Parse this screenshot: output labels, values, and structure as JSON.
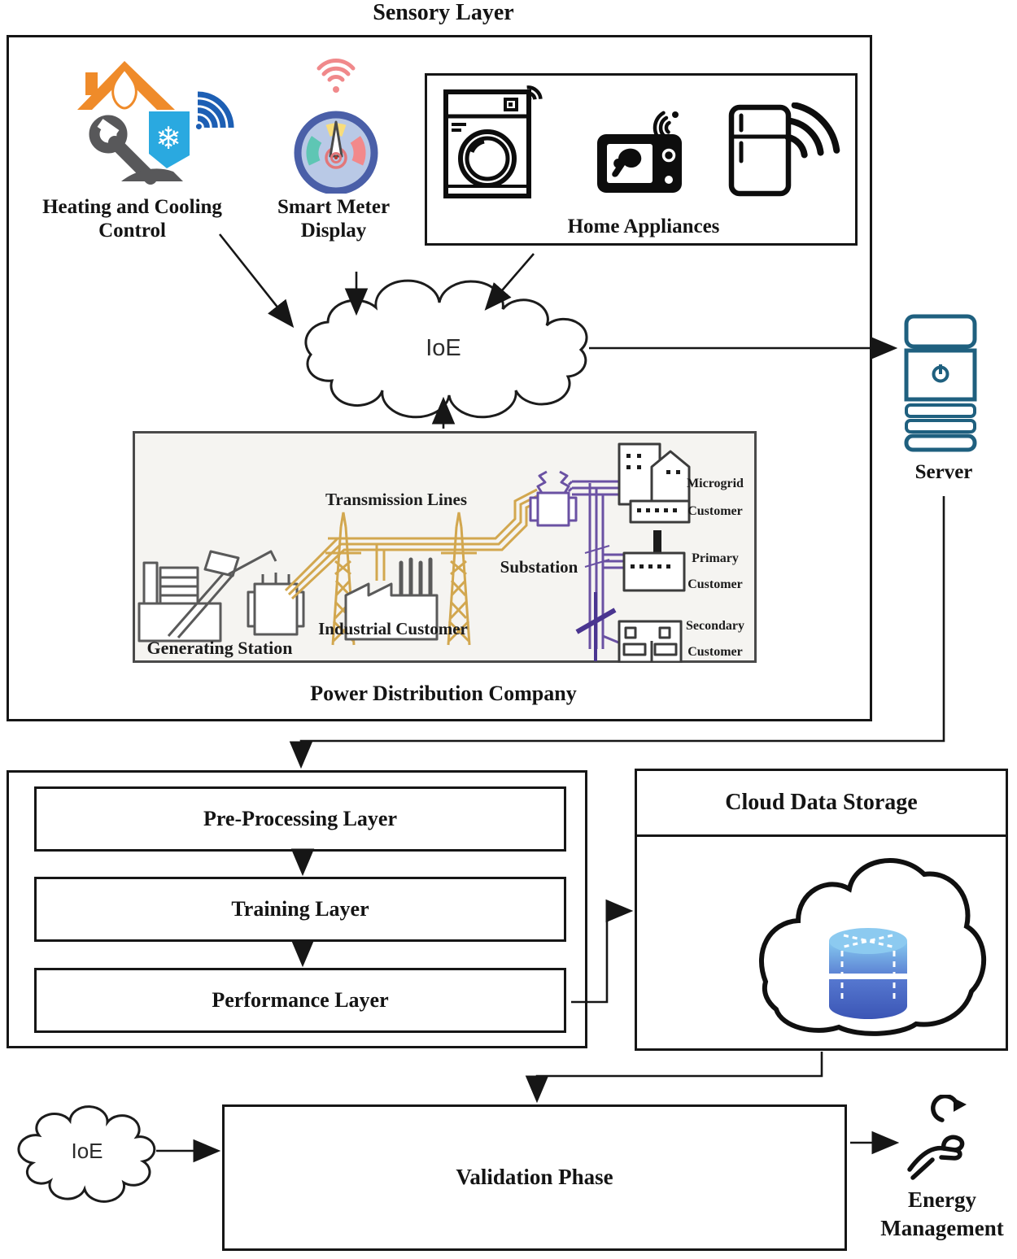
{
  "header": {
    "title": "Sensory Layer"
  },
  "sensory": {
    "heating_cooling": "Heating and Cooling Control",
    "smart_meter": "Smart Meter Display",
    "home_appliances": "Home Appliances",
    "ioe": "IoE"
  },
  "power_distribution": {
    "caption": "Power Distribution Company",
    "transmission_lines": "Transmission Lines",
    "substation": "Substation",
    "industrial_customer": "Industrial Customer",
    "generating_station": "Generating Station",
    "microgrid_customer": "Microgrid Customer",
    "primary_customer": "Primary Customer",
    "secondary_customer": "Secondary Customer"
  },
  "server": {
    "label": "Server"
  },
  "processing": {
    "pre_processing": "Pre-Processing Layer",
    "training": "Training Layer",
    "performance": "Performance Layer"
  },
  "cloud_storage": {
    "title": "Cloud Data Storage"
  },
  "validation": {
    "label": "Validation Phase"
  },
  "bottom": {
    "ioe": "IoE",
    "energy_management": "Energy Management"
  },
  "icons": {
    "snowflake_glyph": "❄"
  },
  "colors": {
    "diagram_line": "#161616",
    "heating_orange": "#ef8b2a",
    "cooling_cyan": "#2aa9e0",
    "wifi_blue": "#1d5fb4",
    "wifi_red": "#f0898b",
    "meter_ring_blue": "#4a5fa8",
    "meter_face_blue": "#b9c9e6",
    "meter_teal": "#5ec6b4",
    "meter_yellow": "#f8dd7b",
    "meter_salmon": "#f2898b",
    "server_teal": "#1f607f",
    "power_line_gold": "#d2a74f",
    "power_line_purple": "#6a51a3",
    "power_bg_gray": "#f5f4f1",
    "db_blue_light": "#86c9f0",
    "db_blue_dark": "#3b55b5"
  }
}
